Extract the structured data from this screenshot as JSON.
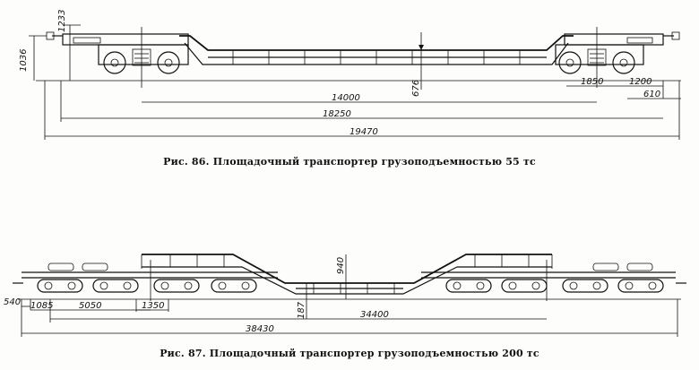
{
  "figure86": {
    "caption": "Рис. 86. Площадочный транспортер грузоподъемностью 55 тс",
    "dims": {
      "height_total": "1036",
      "height_coupler": "1233",
      "deck_height": "676",
      "bogie_base": "1850",
      "overhang": "1200",
      "coupler_len": "610",
      "platform_len": "14000",
      "bogie_centers": "18250",
      "total_len": "19470"
    }
  },
  "figure87": {
    "caption": "Рис. 87. Площадочный транспортер грузоподъемностью 200 тс",
    "dims": {
      "left_small": "540",
      "left_overhang": "1085",
      "unit_base": "5050",
      "unit_gap": "1350",
      "frame_height": "940",
      "deck_height": "187",
      "centers": "34400",
      "total_len": "38430"
    }
  }
}
